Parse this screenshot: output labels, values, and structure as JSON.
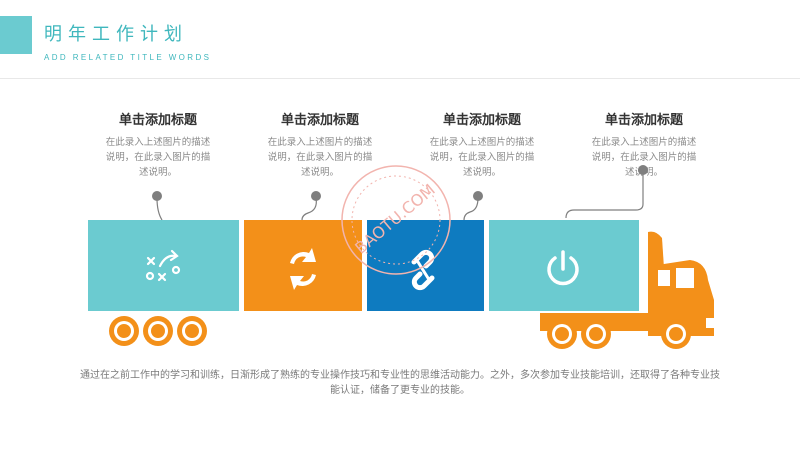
{
  "header": {
    "title": "明年工作计划",
    "subtitle": "ADD RELATED TITLE WORDS"
  },
  "steps": [
    {
      "title": "单击添加标题",
      "desc": "在此录入上述图片的描述说明，在此录入图片的描述说明。",
      "icon": "strategy-icon",
      "color": "#6bcbd0"
    },
    {
      "title": "单击添加标题",
      "desc": "在此录入上述图片的描述说明，在此录入图片的描述说明。",
      "icon": "refresh-icon",
      "color": "#f39019"
    },
    {
      "title": "单击添加标题",
      "desc": "在此录入上述图片的描述说明，在此录入图片的描述说明。",
      "icon": "link-icon",
      "color": "#0e7bc0"
    },
    {
      "title": "单击添加标题",
      "desc": "在此录入上述图片的描述说明，在此录入图片的描述说明。",
      "icon": "power-icon",
      "color": "#6bcbd0"
    }
  ],
  "watermark": "BAOTU.COM",
  "body_text": "通过在之前工作中的学习和训练，日渐形成了熟练的专业操作技巧和专业性的思维活动能力。之外，多次参加专业技能培训，还取得了各种专业技能认证，储备了更专业的技能。",
  "colors": {
    "teal": "#6bcbd0",
    "orange": "#f39019",
    "blue": "#0e7bc0",
    "gray": "#7f7f7f"
  }
}
